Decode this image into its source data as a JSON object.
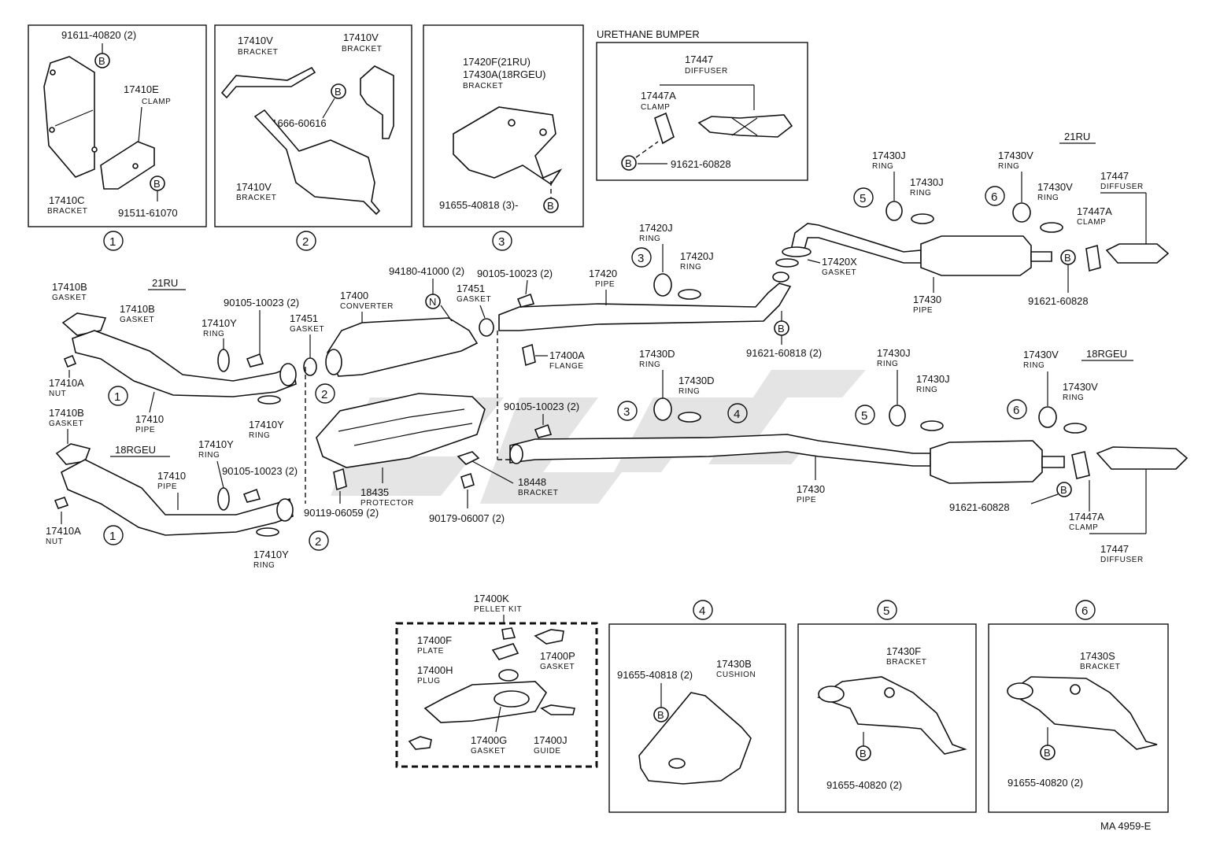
{
  "labels": {
    "urethane_bumper": "URETHANE BUMPER",
    "code_21ru": "21RU",
    "code_18rgeu": "18RGEU",
    "diagram_code": "MA 4959-E",
    "b": "B",
    "n": "N",
    "c1": "1",
    "c2": "2",
    "c3": "3",
    "c4": "4",
    "c5": "5",
    "c6": "6",
    "part_91611_40820": "91611-40820 (2)",
    "part_17410E": "17410E",
    "sub_clamp": "CLAMP",
    "part_17410C": "17410C",
    "sub_bracket": "BRACKET",
    "part_91511_61070": "91511-61070",
    "part_17410V": "17410V",
    "part_91666_60616": "91666-60616",
    "part_17420F": "17420F(21RU)",
    "part_17430A": "17430A(18RGEU)",
    "part_91655_40818_3": "91655-40818 (3)-",
    "part_17447": "17447",
    "sub_diffuser": "DIFFUSER",
    "part_17447A": "17447A",
    "part_91621_60828": "91621-60828",
    "part_17410B": "17410B",
    "sub_gasket": "GASKET",
    "part_17410A": "17410A",
    "sub_nut": "NUT",
    "part_17410": "17410",
    "sub_pipe": "PIPE",
    "part_17410Y": "17410Y",
    "sub_ring": "RING",
    "part_90105_10023_2": "90105-10023 (2)",
    "part_17451": "17451",
    "part_17400": "17400",
    "sub_converter": "CONVERTER",
    "part_94180_41000": "94180-41000 (2)",
    "part_17420": "17420",
    "part_17420J": "17420J",
    "part_17420X": "17420X",
    "part_91621_60818_2": "91621-60818 (2)",
    "part_17430J": "17430J",
    "part_17430V": "17430V",
    "part_17430": "17430",
    "part_17400A": "17400A",
    "sub_flange": "FLANGE",
    "part_17430D": "17430D",
    "part_90105_10023": "90105-10023 (2)",
    "part_18435": "18435",
    "sub_protector": "PROTECTOR",
    "part_18448": "18448",
    "part_90119_06059": "90119-06059 (2)",
    "part_90179_06007": "90179-06007 (2)",
    "part_17400K": "17400K",
    "sub_pellet_kit": "PELLET KIT",
    "part_17400F": "17400F",
    "sub_plate": "PLATE",
    "part_17400H": "17400H",
    "sub_plug": "PLUG",
    "part_17400P": "17400P",
    "part_17400G": "17400G",
    "part_17400J": "17400J",
    "sub_guide": "GUIDE",
    "part_91655_40818_2": "91655-40818 (2)",
    "part_17430B": "17430B",
    "sub_cushion": "CUSHION",
    "part_17430F": "17430F",
    "part_91655_40820_2": "91655-40820 (2)",
    "part_17430S": "17430S"
  }
}
